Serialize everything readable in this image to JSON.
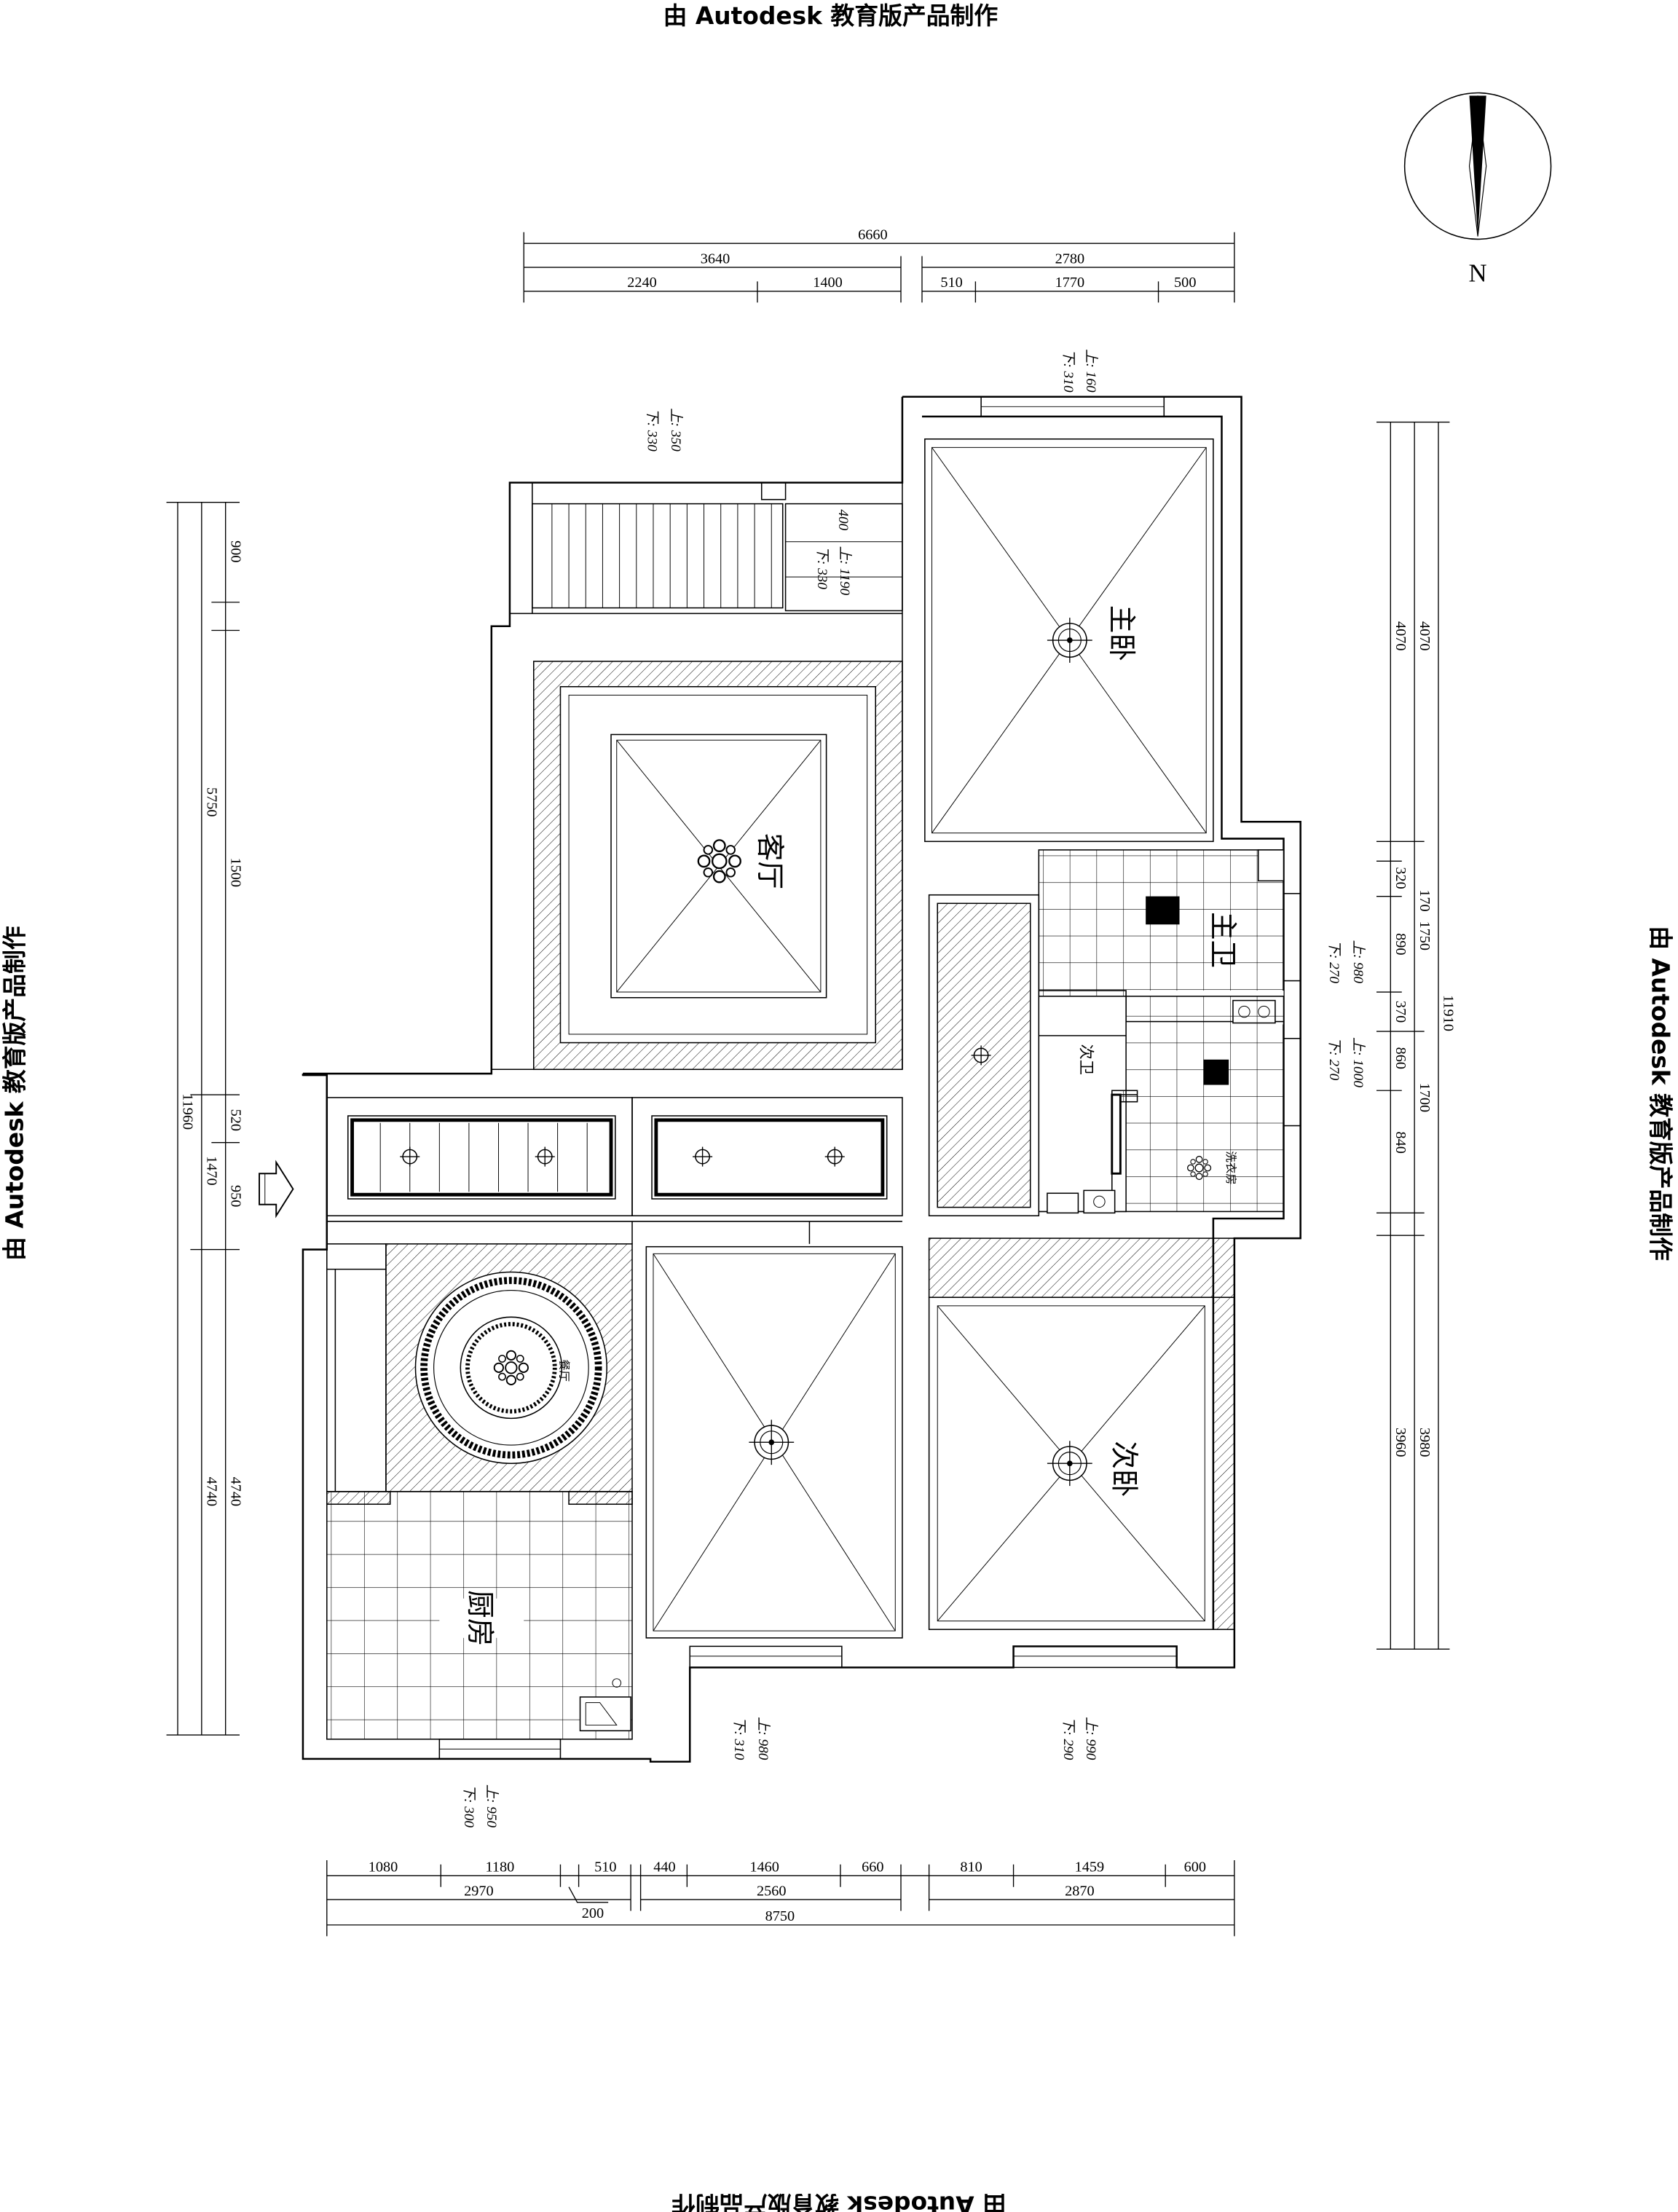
{
  "watermark": {
    "top": "由 Autodesk 教育版产品制作",
    "bottom": "由 Autodesk 教育版产品制作",
    "left": "由 Autodesk 教育版产品制作",
    "right": "由 Autodesk 教育版产品制作"
  },
  "compass": {
    "letter": "N"
  },
  "rooms": {
    "master_bedroom": "主卧",
    "living_room": "客厅",
    "master_bath": "主卫",
    "second_bath": "次卫",
    "laundry": "洗衣房",
    "dining": "餐厅",
    "second_bedroom": "次卧",
    "kitchen": "厨房"
  },
  "dims_top": {
    "total": "6660",
    "a": "3640",
    "b": "2780",
    "a1": "2240",
    "a2": "1400",
    "b1": "510",
    "b2": "1770",
    "b3": "500"
  },
  "dims_bottom": {
    "r1": [
      "1080",
      "1180",
      "510",
      "440",
      "1460",
      "660",
      "810",
      "1459",
      "600"
    ],
    "r2": [
      "2970",
      "2560",
      "2870"
    ],
    "small": "200",
    "total": "8750"
  },
  "dims_left": {
    "total": "11960",
    "a": "900",
    "b": "5750",
    "c": "1500",
    "d": "520",
    "e": "1470",
    "f": "950",
    "g": "4740",
    "h": "4740"
  },
  "dims_right": {
    "total": "11910",
    "a": "4070",
    "b": "4070",
    "c": "320",
    "d": "170",
    "e": "1750",
    "f": "890",
    "g": "370",
    "h": "860",
    "i": "1700",
    "j": "840",
    "k": "3960",
    "l": "3980"
  },
  "notes": {
    "top_left_up": "上: 350",
    "top_left_down": "下: 330",
    "top_right_up": "上: 160",
    "top_right_down": "下: 310",
    "balcony_up": "上: 1190",
    "balcony_down": "下: 330",
    "balcony_dim": "400",
    "bath1_up": "上: 980",
    "bath1_down": "下: 270",
    "bath2_up": "上: 1000",
    "bath2_down": "下: 270",
    "bottom_mid_up": "上: 980",
    "bottom_mid_down": "下: 310",
    "bottom_right_up": "上: 990",
    "bottom_right_down": "下: 290",
    "kitchen_up": "上: 950",
    "kitchen_down": "下: 300"
  }
}
